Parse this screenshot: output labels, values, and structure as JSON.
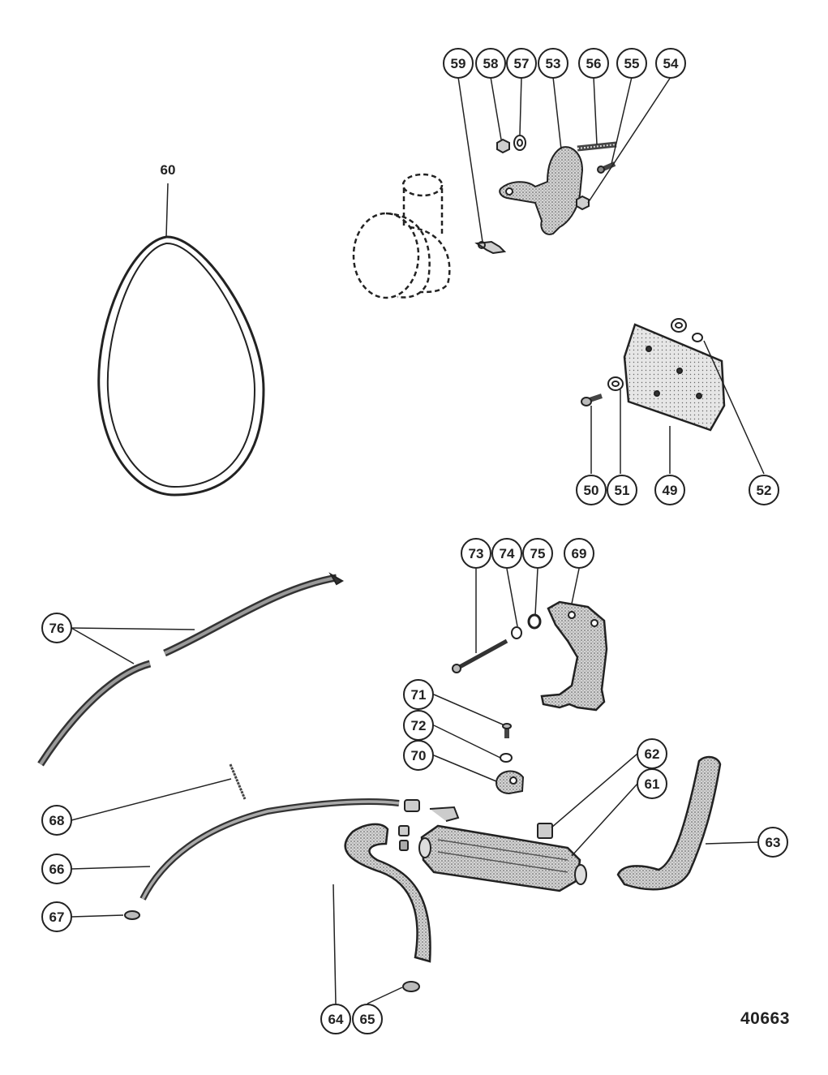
{
  "diagram": {
    "figure_number": "40663",
    "callouts": [
      {
        "id": "59",
        "label": "59"
      },
      {
        "id": "58",
        "label": "58"
      },
      {
        "id": "57",
        "label": "57"
      },
      {
        "id": "53",
        "label": "53"
      },
      {
        "id": "56",
        "label": "56"
      },
      {
        "id": "55",
        "label": "55"
      },
      {
        "id": "54",
        "label": "54"
      },
      {
        "id": "50",
        "label": "50"
      },
      {
        "id": "51",
        "label": "51"
      },
      {
        "id": "49",
        "label": "49"
      },
      {
        "id": "52",
        "label": "52"
      },
      {
        "id": "73",
        "label": "73"
      },
      {
        "id": "74",
        "label": "74"
      },
      {
        "id": "75",
        "label": "75"
      },
      {
        "id": "69",
        "label": "69"
      },
      {
        "id": "76",
        "label": "76"
      },
      {
        "id": "71",
        "label": "71"
      },
      {
        "id": "72",
        "label": "72"
      },
      {
        "id": "70",
        "label": "70"
      },
      {
        "id": "62",
        "label": "62"
      },
      {
        "id": "61",
        "label": "61"
      },
      {
        "id": "68",
        "label": "68"
      },
      {
        "id": "63",
        "label": "63"
      },
      {
        "id": "66",
        "label": "66"
      },
      {
        "id": "67",
        "label": "67"
      },
      {
        "id": "64",
        "label": "64"
      },
      {
        "id": "65",
        "label": "65"
      }
    ],
    "plain_labels": [
      {
        "id": "60",
        "label": "60"
      }
    ],
    "colors": {
      "ink": "#222222",
      "background": "#ffffff",
      "shading": "#9a9a9a"
    }
  }
}
